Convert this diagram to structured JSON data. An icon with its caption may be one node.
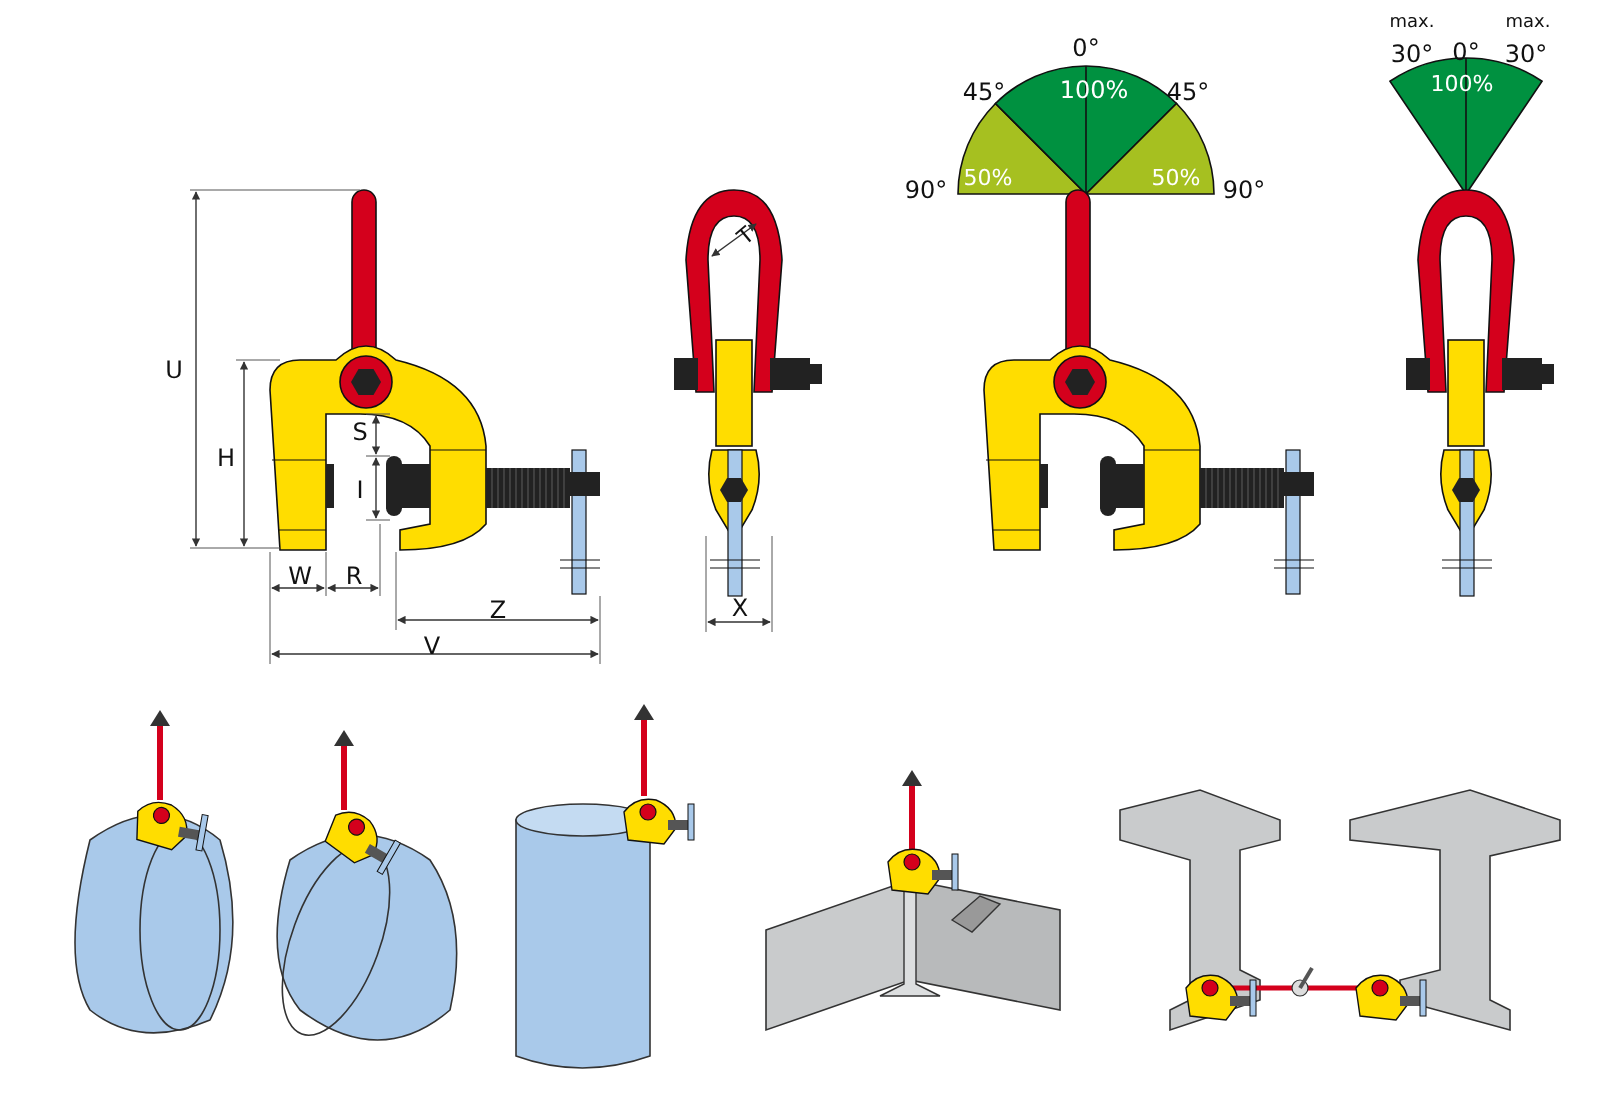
{
  "diagram": {
    "labels": [
      "max.",
      "max.",
      "0°",
      "30°",
      "0°",
      "30°",
      "45°",
      "100%",
      "45°",
      "100%",
      "90°",
      "50%",
      "50%",
      "90°",
      "T",
      "U",
      "H",
      "S",
      "I",
      "W",
      "R",
      "Z",
      "X",
      "V"
    ]
  }
}
